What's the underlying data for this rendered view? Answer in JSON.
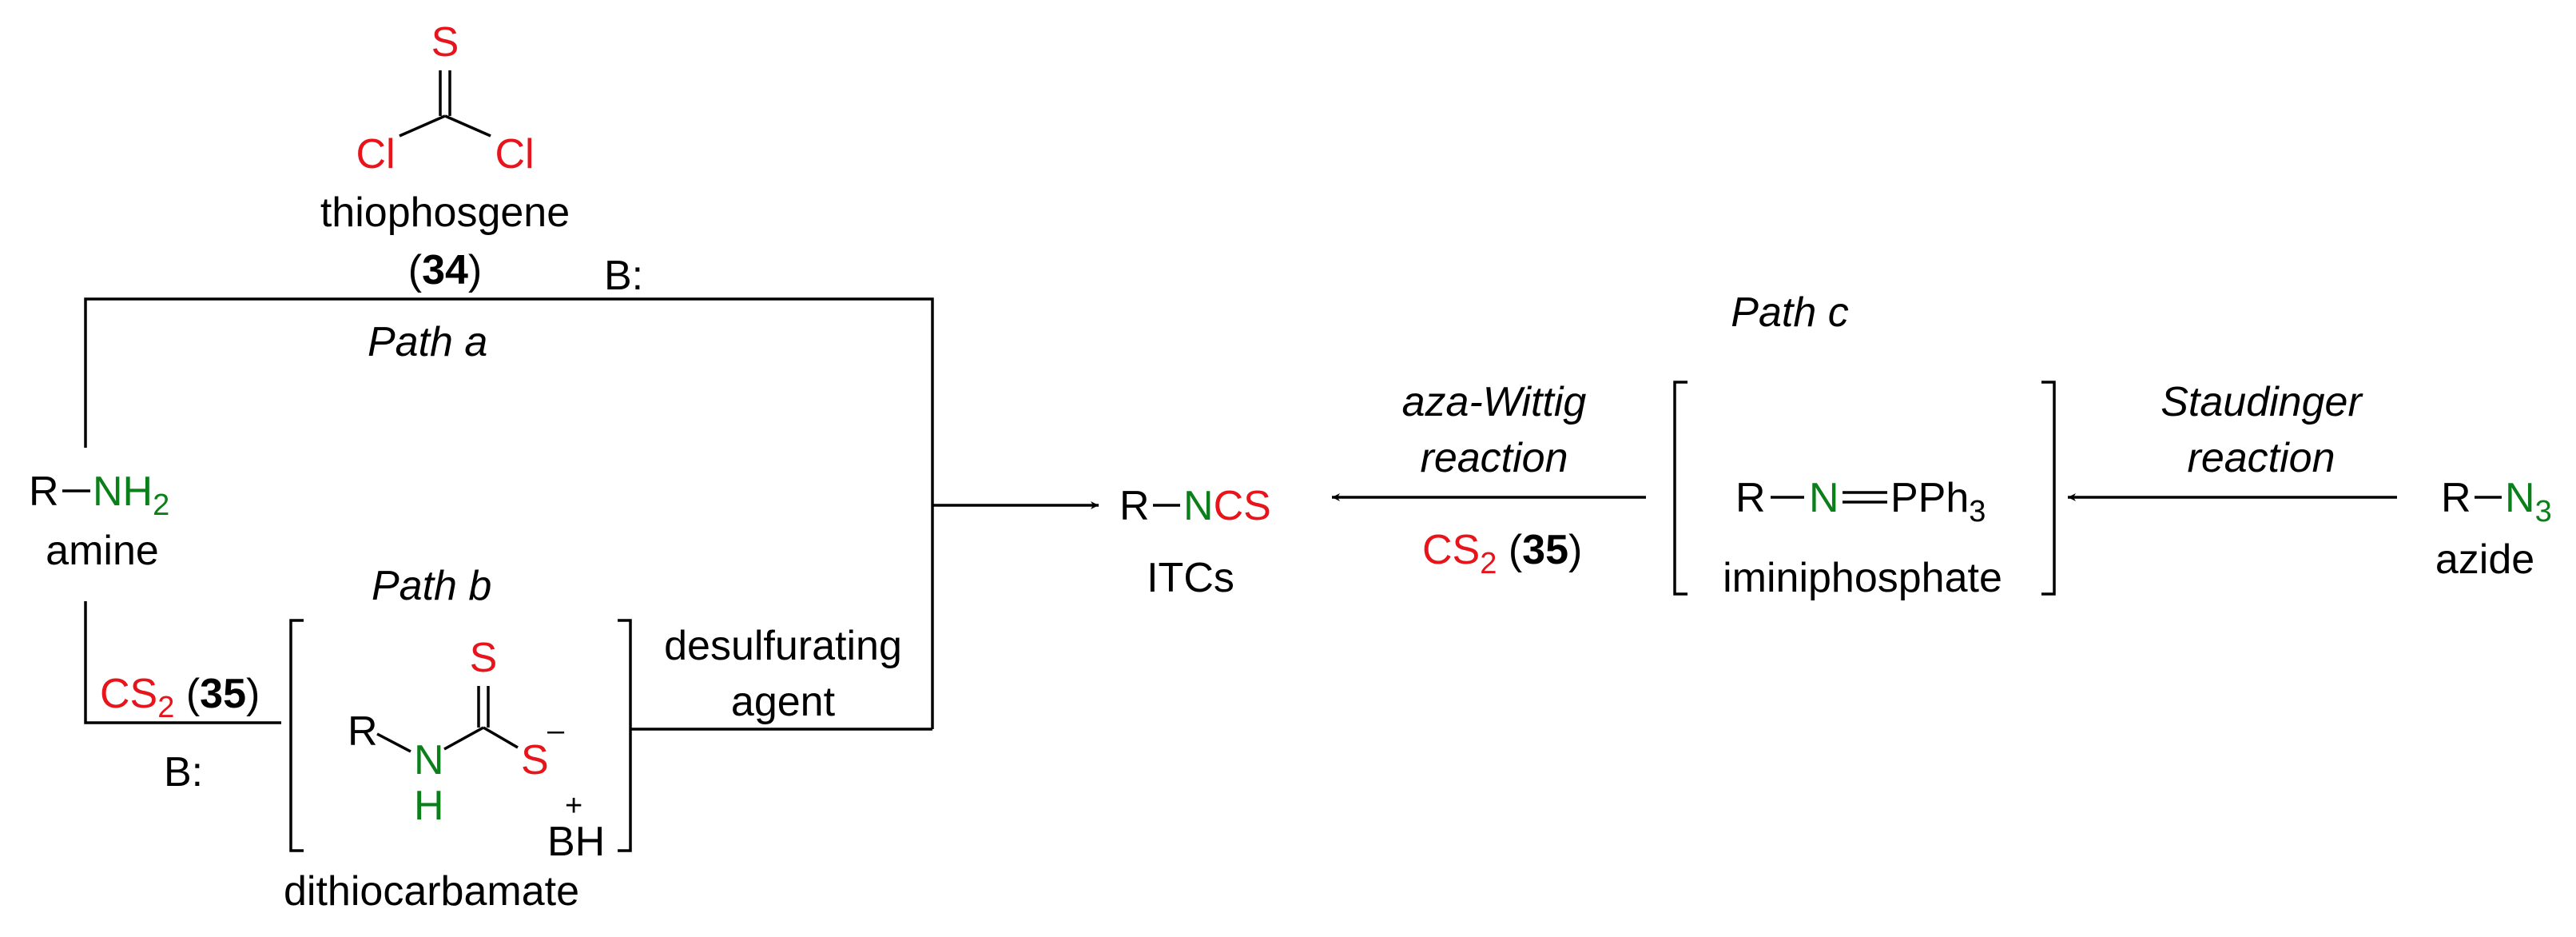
{
  "colors": {
    "heteroatom_red": "#e8141b",
    "nitrogen_green": "#0a7f1a",
    "text_black": "#000000"
  },
  "thiophosgene": {
    "s_atom": "S",
    "cl_left": "Cl",
    "cl_right": "Cl",
    "name": "thiophosgene",
    "compound_label": {
      "open": "(",
      "number": "34",
      "close": ")"
    }
  },
  "path_a": {
    "base": "B:",
    "label": "Path a"
  },
  "amine": {
    "r": "R",
    "nh": "NH",
    "sub": "2",
    "name": "amine"
  },
  "path_b": {
    "label": "Path b",
    "reagent": {
      "cs": "CS",
      "sub": "2",
      "open": " (",
      "number": "35",
      "close": ")"
    },
    "base": "B:",
    "dithiocarbamate": {
      "r": "R",
      "n": "N",
      "h": "H",
      "s_top": "S",
      "s_minus": "S",
      "charge_minus": "–",
      "charge_plus": "+",
      "bh": "BH",
      "name": "dithiocarbamate"
    },
    "desulfurating": {
      "line1": "desulfurating",
      "line2": "agent"
    }
  },
  "product": {
    "r": "R",
    "n": "N",
    "cs": "CS",
    "name": "ITCs"
  },
  "path_c": {
    "label": "Path c",
    "aza_wittig": {
      "line1": "aza-Wittig",
      "line2": "reaction"
    },
    "reagent": {
      "cs": "CS",
      "sub": "2",
      "open": " (",
      "number": "35",
      "close": ")"
    },
    "iminiphosphate": {
      "r": "R",
      "n": "N",
      "pph": "PPh",
      "sub": "3",
      "name": "iminiphosphate"
    },
    "staudinger": {
      "line1": "Staudinger",
      "line2": "reaction"
    },
    "azide": {
      "r": "R",
      "n": "N",
      "sub": "3",
      "name": "azide"
    }
  }
}
